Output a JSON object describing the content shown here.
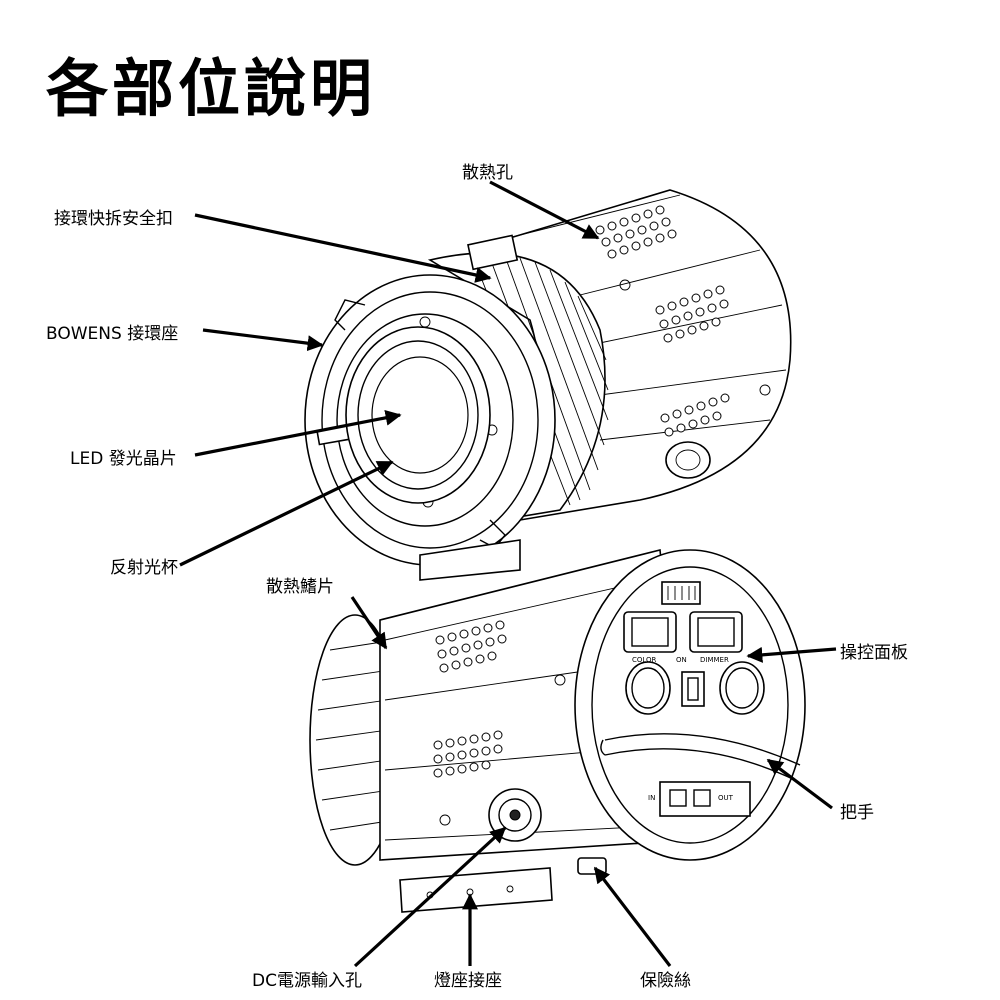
{
  "title": "各部位說明",
  "labels": {
    "vent_holes": "散熱孔",
    "mount_lock": "接環快拆安全扣",
    "bowens_mount": "BOWENS 接環座",
    "led_chip": "LED 發光晶片",
    "reflector": "反射光杯",
    "heat_fins": "散熱鰭片",
    "control_panel": "操控面板",
    "handle": "把手",
    "dc_input": "DC電源輸入孔",
    "lamp_mount": "燈座接座",
    "fuse": "保險絲"
  },
  "panel_text": {
    "color": "COLOR",
    "on": "ON",
    "dimmer": "DIMMER",
    "in": "IN",
    "out": "OUT"
  }
}
